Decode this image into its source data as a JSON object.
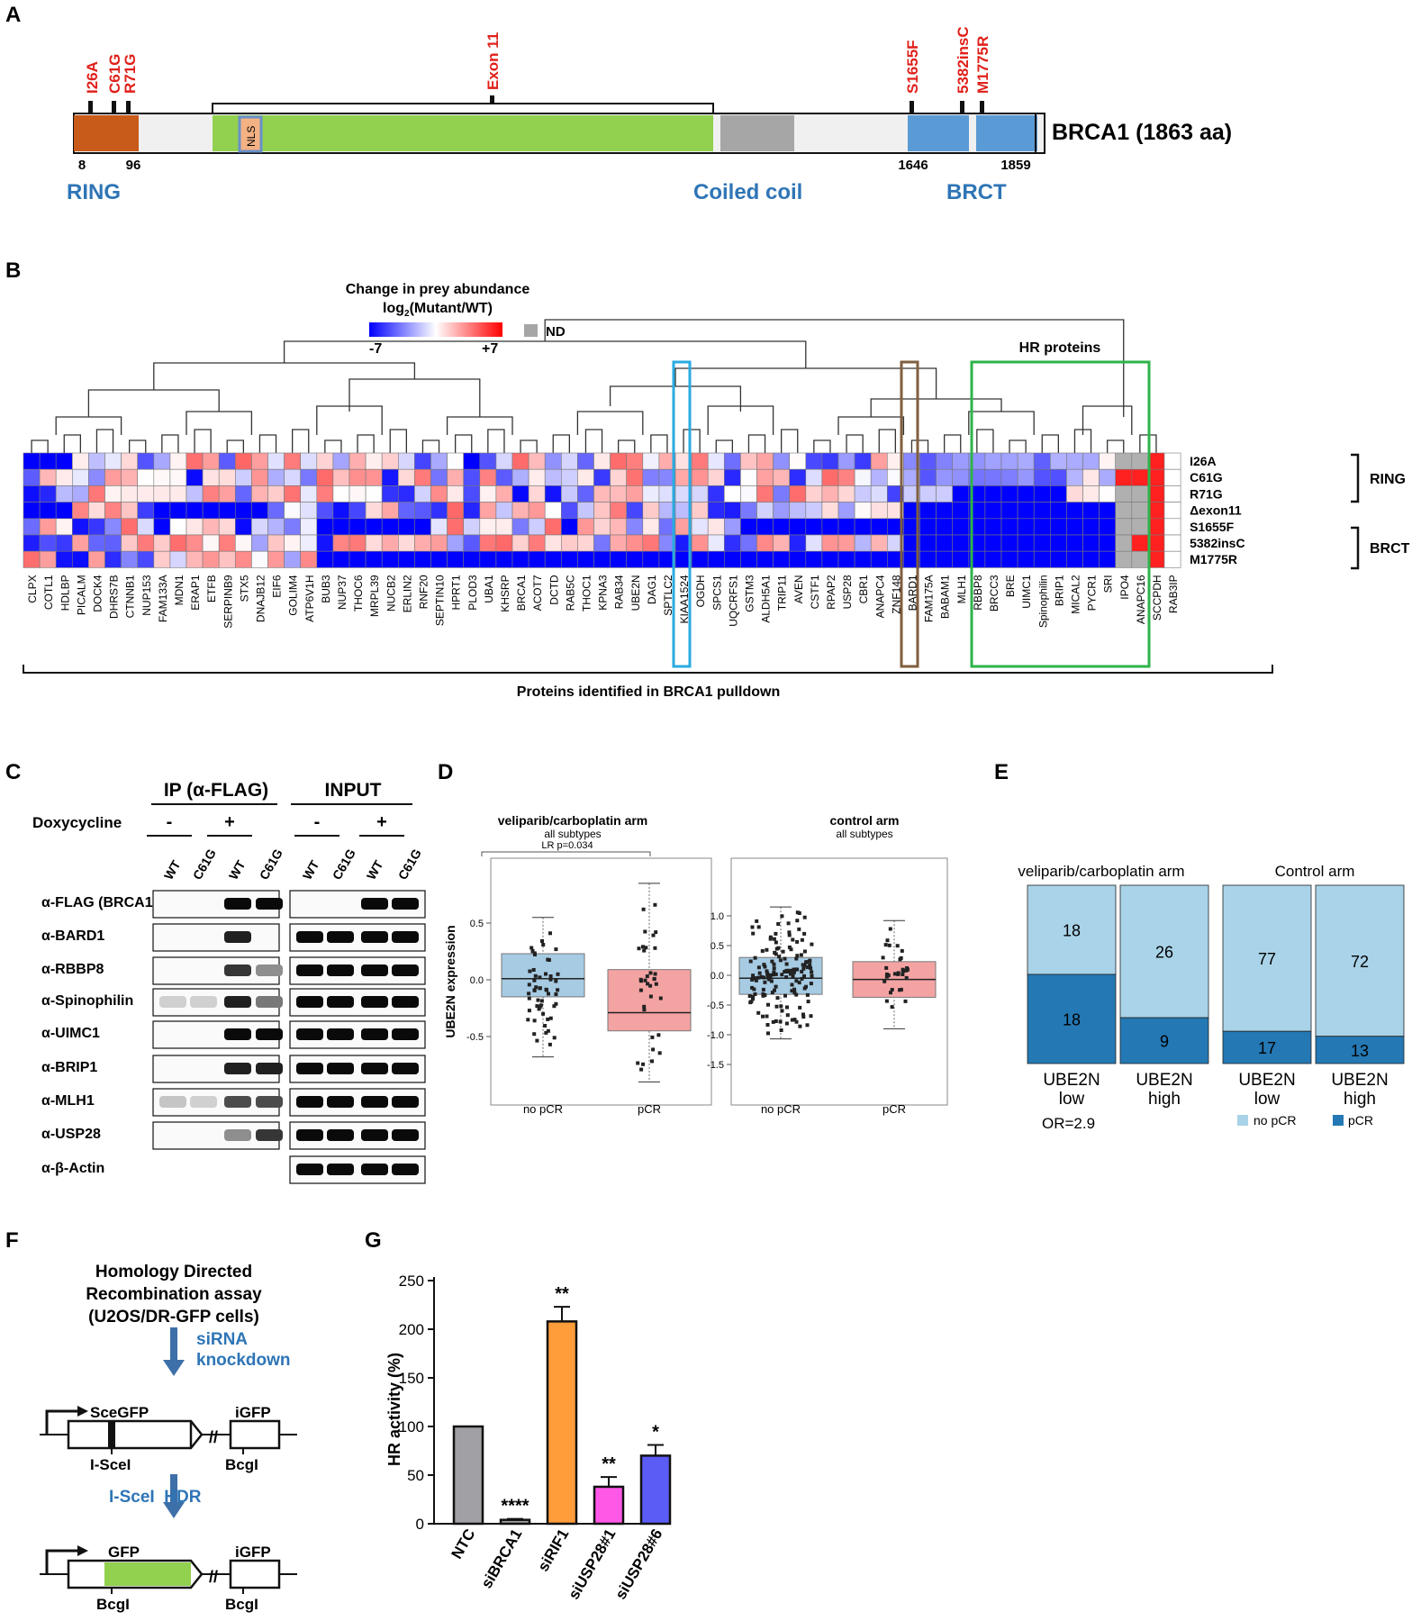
{
  "panelA": {
    "letter": "A",
    "mutations": [
      "I26A",
      "C61G",
      "R71G",
      "Exon 11",
      "S1655F",
      "5382insC",
      "M1775R"
    ],
    "nls": "NLS",
    "protein": "BRCA1 (1863 aa)",
    "pos": [
      "8",
      "96",
      "1646",
      "1859"
    ],
    "domains": [
      "RING",
      "Coiled coil",
      "BRCT"
    ]
  },
  "panelB": {
    "letter": "B",
    "legend_title": "Change in prey abundance",
    "legend_sub": "log",
    "legend_sub_sub": "2",
    "legend_sub_end": "(Mutant/WT)",
    "legend_min": "-7",
    "legend_max": "+7",
    "legend_nd": "ND",
    "hr_label": "HR proteins",
    "rows": [
      "I26A",
      "C61G",
      "R71G",
      "Δexon11",
      "S1655F",
      "5382insC",
      "M1775R"
    ],
    "groups": [
      "RING",
      "BRCT"
    ],
    "proteins": [
      "CLPX",
      "COTL1",
      "HDLBP",
      "PICALM",
      "DOCK4",
      "DHRS7B",
      "CTNNB1",
      "NUP153",
      "FAM133A",
      "MDN1",
      "ERAP1",
      "ETFB",
      "SERPINB9",
      "STX5",
      "DNAJB12",
      "EIF6",
      "GOLIM4",
      "ATP6V1H",
      "BUB3",
      "NUP37",
      "THOC6",
      "MRPL39",
      "NUCB2",
      "ERLIN2",
      "RNF20",
      "SEPTIN10",
      "HPRT1",
      "PLOD3",
      "UBA1",
      "KHSRP",
      "BRCA1",
      "ACOT7",
      "DCTD",
      "RAB5C",
      "THOC1",
      "KPNA3",
      "RAB34",
      "UBE2N",
      "DAG1",
      "SPTLC2",
      "KIAA1524",
      "OGDH",
      "SPCS1",
      "UQCRFS1",
      "GSTM3",
      "ALDH5A1",
      "TRIP11",
      "AVEN",
      "CSTF1",
      "RPAP2",
      "USP28",
      "CBR1",
      "ANAPC4",
      "ZNF148",
      "BARD1",
      "FAM175A",
      "BABAM1",
      "MLH1",
      "RBBP8",
      "BRCC3",
      "BRE",
      "UIMC1",
      "Spinophilin",
      "BRIP1",
      "MICAL2",
      "PYCR1",
      "SRI",
      "IPO4",
      "ANAPC16",
      "SCCPDH",
      "RAB3IP"
    ],
    "footer": "Proteins identified in BRCA1 pulldown"
  },
  "panelC": {
    "letter": "C",
    "ip_title": "IP (α-FLAG)",
    "input_title": "INPUT",
    "dox": "Doxycycline",
    "signs": [
      "-",
      "+",
      "-",
      "+"
    ],
    "lanes": [
      "WT",
      "C61G",
      "WT",
      "C61G",
      "WT",
      "C61G",
      "WT",
      "C61G"
    ],
    "blots": [
      "α-FLAG (BRCA1)",
      "α-BARD1",
      "α-RBBP8",
      "α-Spinophilin",
      "α-UIMC1",
      "α-BRIP1",
      "α-MLH1",
      "α-USP28",
      "α-β-Actin"
    ]
  },
  "panelD": {
    "letter": "D",
    "left_title": "veliparib/carboplatin arm",
    "left_sub": "all subtypes",
    "stat": "LR p=0.034",
    "right_title": "control arm",
    "right_sub": "all subtypes",
    "ylabel": "UBE2N expression",
    "xcats": [
      "no pCR",
      "pCR"
    ],
    "left_ticks": [
      "0.5",
      "0.0",
      "-0.5"
    ],
    "right_ticks": [
      "1.0",
      "0.5",
      "0.0",
      "-0.5",
      "-1.0",
      "-1.5"
    ]
  },
  "panelE": {
    "letter": "E",
    "left_title": "veliparib/carboplatin arm",
    "right_title": "Control arm",
    "bars": [
      {
        "label1": "UBE2N",
        "label2": "low",
        "nopcr": "18",
        "pcr": "18",
        "nopcr_n": 18,
        "pcr_n": 18
      },
      {
        "label1": "UBE2N",
        "label2": "high",
        "nopcr": "26",
        "pcr": "9",
        "nopcr_n": 26,
        "pcr_n": 9
      },
      {
        "label1": "UBE2N",
        "label2": "low",
        "nopcr": "77",
        "pcr": "17",
        "nopcr_n": 77,
        "pcr_n": 17
      },
      {
        "label1": "UBE2N",
        "label2": "high",
        "nopcr": "72",
        "pcr": "13",
        "nopcr_n": 72,
        "pcr_n": 13
      }
    ],
    "or": "OR=2.9",
    "legend": [
      "no pCR",
      "pCR"
    ],
    "colors": {
      "nopcr": "#a9d3e8",
      "pcr": "#2478b4"
    }
  },
  "panelF": {
    "letter": "F",
    "title": [
      "Homology Directed",
      "Recombination assay",
      "(U2OS/DR-GFP cells)"
    ],
    "step1": [
      "siRNA",
      "knockdown"
    ],
    "sce": "SceGFP",
    "igfp": "iGFP",
    "isce": "I-SceI",
    "bcg": "BcgI",
    "step2": "I-SceI  HDR",
    "gfp": "GFP"
  },
  "panelG": {
    "letter": "G",
    "ylabel": "HR activity (%)",
    "yticks": [
      "250",
      "200",
      "150",
      "100",
      "50",
      "0"
    ]
  },
  "chart_data": [
    {
      "type": "bar",
      "title": "",
      "xlabel": "",
      "ylabel": "HR activity (%)",
      "ylim": [
        0,
        250
      ],
      "categories": [
        "NTC",
        "siBRCA1",
        "siRIF1",
        "siUSP28#1",
        "siUSP28#6"
      ],
      "values": [
        100,
        4,
        208,
        38,
        70
      ],
      "errors": [
        0,
        1,
        15,
        10,
        11
      ],
      "significance": [
        "",
        "****",
        "**",
        "**",
        "*"
      ],
      "colors": [
        "#a0a0a5",
        "#a0a0a5",
        "#ff9d3a",
        "#ff57e6",
        "#5b5cf5"
      ]
    },
    {
      "type": "bar",
      "title": "",
      "categories": [
        "UBE2N low",
        "UBE2N high",
        "UBE2N low",
        "UBE2N high"
      ],
      "series": [
        {
          "name": "no pCR",
          "values": [
            18,
            26,
            77,
            72
          ]
        },
        {
          "name": "pCR",
          "values": [
            18,
            9,
            17,
            13
          ]
        }
      ]
    }
  ]
}
